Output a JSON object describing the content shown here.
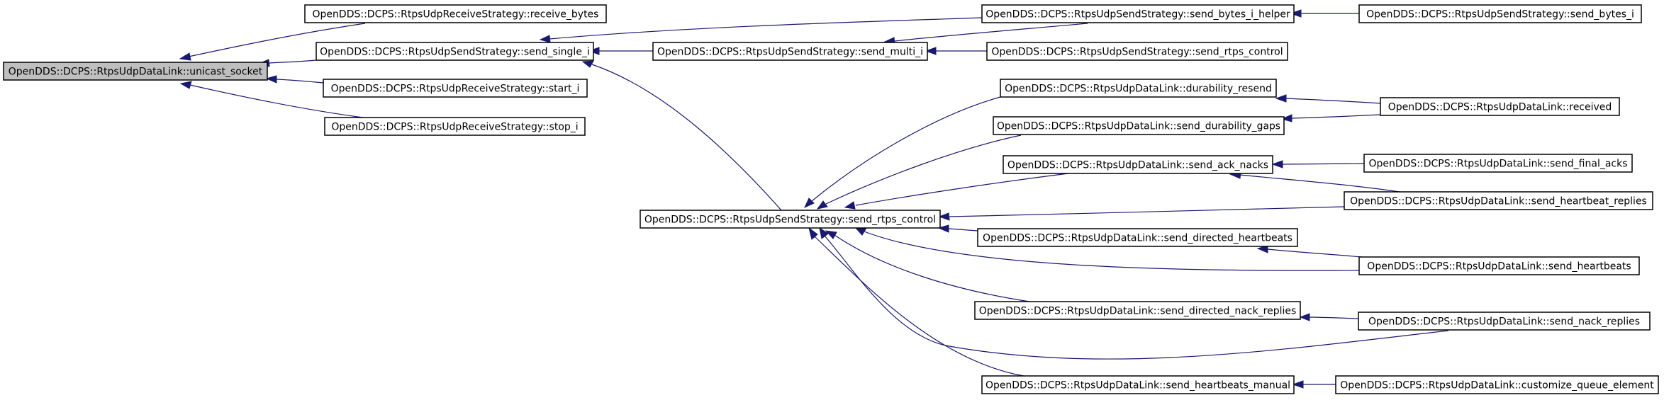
{
  "graph": {
    "nodes": [
      {
        "id": "unicast_socket",
        "label": "OpenDDS::DCPS::RtpsUdpDataLink::unicast_socket",
        "highlight": true
      },
      {
        "id": "receive_bytes",
        "label": "OpenDDS::DCPS::RtpsUdpReceiveStrategy::receive_bytes"
      },
      {
        "id": "send_single_i",
        "label": "OpenDDS::DCPS::RtpsUdpSendStrategy::send_single_i"
      },
      {
        "id": "start_i",
        "label": "OpenDDS::DCPS::RtpsUdpReceiveStrategy::start_i"
      },
      {
        "id": "stop_i",
        "label": "OpenDDS::DCPS::RtpsUdpReceiveStrategy::stop_i"
      },
      {
        "id": "send_multi_i",
        "label": "OpenDDS::DCPS::RtpsUdpSendStrategy::send_multi_i"
      },
      {
        "id": "ss_send_rtps_control",
        "label": "OpenDDS::DCPS::RtpsUdpSendStrategy::send_rtps_control"
      },
      {
        "id": "send_bytes_i_helper",
        "label": "OpenDDS::DCPS::RtpsUdpSendStrategy::send_bytes_i_helper"
      },
      {
        "id": "send_rtps_control_top",
        "label": "OpenDDS::DCPS::RtpsUdpSendStrategy::send_rtps_control"
      },
      {
        "id": "durability_resend",
        "label": "OpenDDS::DCPS::RtpsUdpDataLink::durability_resend"
      },
      {
        "id": "send_durability_gaps",
        "label": "OpenDDS::DCPS::RtpsUdpDataLink::send_durability_gaps"
      },
      {
        "id": "send_ack_nacks",
        "label": "OpenDDS::DCPS::RtpsUdpDataLink::send_ack_nacks"
      },
      {
        "id": "send_directed_heartbeats",
        "label": "OpenDDS::DCPS::RtpsUdpDataLink::send_directed_heartbeats"
      },
      {
        "id": "send_directed_nack_replies",
        "label": "OpenDDS::DCPS::RtpsUdpDataLink::send_directed_nack_replies"
      },
      {
        "id": "send_heartbeats_manual",
        "label": "OpenDDS::DCPS::RtpsUdpDataLink::send_heartbeats_manual"
      },
      {
        "id": "send_bytes_i",
        "label": "OpenDDS::DCPS::RtpsUdpSendStrategy::send_bytes_i"
      },
      {
        "id": "received",
        "label": "OpenDDS::DCPS::RtpsUdpDataLink::received"
      },
      {
        "id": "send_final_acks",
        "label": "OpenDDS::DCPS::RtpsUdpDataLink::send_final_acks"
      },
      {
        "id": "send_heartbeat_replies",
        "label": "OpenDDS::DCPS::RtpsUdpDataLink::send_heartbeat_replies"
      },
      {
        "id": "send_heartbeats",
        "label": "OpenDDS::DCPS::RtpsUdpDataLink::send_heartbeats"
      },
      {
        "id": "send_nack_replies",
        "label": "OpenDDS::DCPS::RtpsUdpDataLink::send_nack_replies"
      },
      {
        "id": "customize_queue_element",
        "label": "OpenDDS::DCPS::RtpsUdpDataLink::customize_queue_element"
      }
    ],
    "edges": [
      {
        "from": "receive_bytes",
        "to": "unicast_socket"
      },
      {
        "from": "send_single_i",
        "to": "unicast_socket"
      },
      {
        "from": "start_i",
        "to": "unicast_socket"
      },
      {
        "from": "stop_i",
        "to": "unicast_socket"
      },
      {
        "from": "send_bytes_i_helper",
        "to": "send_single_i"
      },
      {
        "from": "send_multi_i",
        "to": "send_single_i"
      },
      {
        "from": "ss_send_rtps_control",
        "to": "send_single_i"
      },
      {
        "from": "send_bytes_i_helper",
        "to": "send_multi_i"
      },
      {
        "from": "send_rtps_control_top",
        "to": "send_multi_i"
      },
      {
        "from": "send_bytes_i",
        "to": "send_bytes_i_helper"
      },
      {
        "from": "durability_resend",
        "to": "ss_send_rtps_control"
      },
      {
        "from": "send_durability_gaps",
        "to": "ss_send_rtps_control"
      },
      {
        "from": "send_ack_nacks",
        "to": "ss_send_rtps_control"
      },
      {
        "from": "send_heartbeat_replies",
        "to": "ss_send_rtps_control"
      },
      {
        "from": "send_directed_heartbeats",
        "to": "ss_send_rtps_control"
      },
      {
        "from": "send_heartbeats",
        "to": "ss_send_rtps_control"
      },
      {
        "from": "send_directed_nack_replies",
        "to": "ss_send_rtps_control"
      },
      {
        "from": "send_nack_replies",
        "to": "ss_send_rtps_control"
      },
      {
        "from": "send_heartbeats_manual",
        "to": "ss_send_rtps_control"
      },
      {
        "from": "received",
        "to": "durability_resend"
      },
      {
        "from": "received",
        "to": "send_durability_gaps"
      },
      {
        "from": "send_final_acks",
        "to": "send_ack_nacks"
      },
      {
        "from": "send_heartbeat_replies",
        "to": "send_ack_nacks"
      },
      {
        "from": "send_heartbeats",
        "to": "send_directed_heartbeats"
      },
      {
        "from": "send_nack_replies",
        "to": "send_directed_nack_replies"
      },
      {
        "from": "customize_queue_element",
        "to": "send_heartbeats_manual"
      }
    ]
  }
}
